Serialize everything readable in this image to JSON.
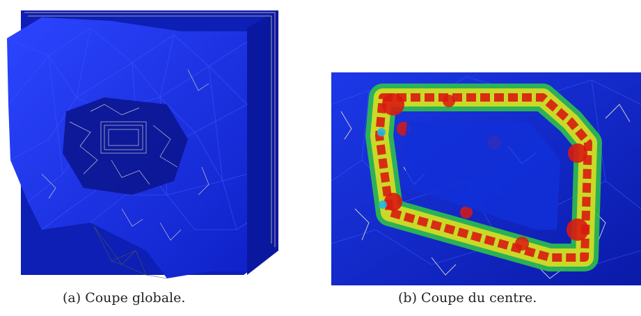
{
  "figure": {
    "subfigures": [
      {
        "id": "a",
        "caption": "(a) Coupe globale."
      },
      {
        "id": "b",
        "caption": "(b) Coupe du centre."
      }
    ]
  },
  "colors": {
    "mesh_blue": "#1a2fe0",
    "mesh_dark_blue": "#0a1aa0",
    "field_red": "#d91a10",
    "field_yellow": "#e6e020",
    "field_green": "#2fc04a",
    "field_cyan": "#20b8e0"
  }
}
